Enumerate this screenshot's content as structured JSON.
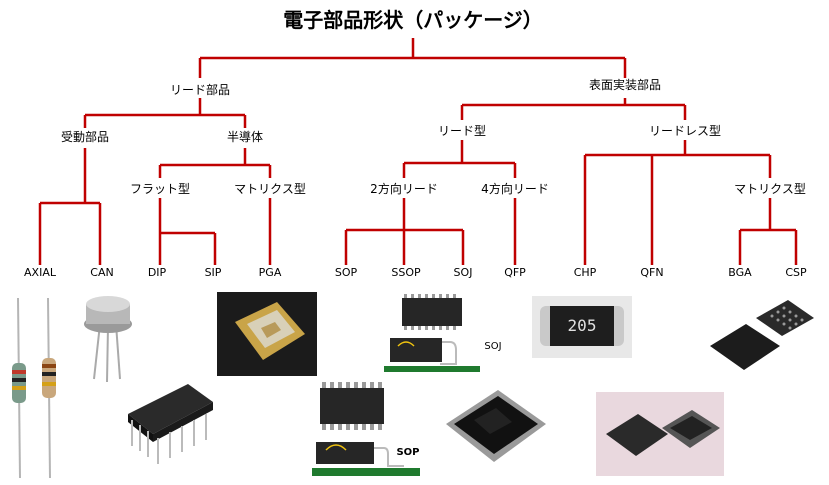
{
  "title": "電子部品形状（パッケージ）",
  "level1": {
    "lead_parts": "リード部品",
    "smd_parts": "表面実装部品"
  },
  "level2": {
    "passive": "受動部品",
    "semiconductor": "半導体",
    "lead_type": "リード型",
    "leadless_type": "リードレス型"
  },
  "level3": {
    "flat": "フラット型",
    "matrix_left": "マトリクス型",
    "two_way": "2方向リード",
    "four_way": "4方向リード",
    "matrix_right": "マトリクス型"
  },
  "leaves": [
    "AXIAL",
    "CAN",
    "DIP",
    "SIP",
    "PGA",
    "SOP",
    "SSOP",
    "SOJ",
    "QFP",
    "CHP",
    "QFN",
    "BGA",
    "CSP"
  ],
  "photo_labels": {
    "soj": "SOJ",
    "sop": "SOP",
    "chip_marking": "205"
  },
  "colors": {
    "tree_line": "#c00000",
    "pcb_green": "#1f7a2e",
    "chip_black": "#1a1a1a"
  }
}
